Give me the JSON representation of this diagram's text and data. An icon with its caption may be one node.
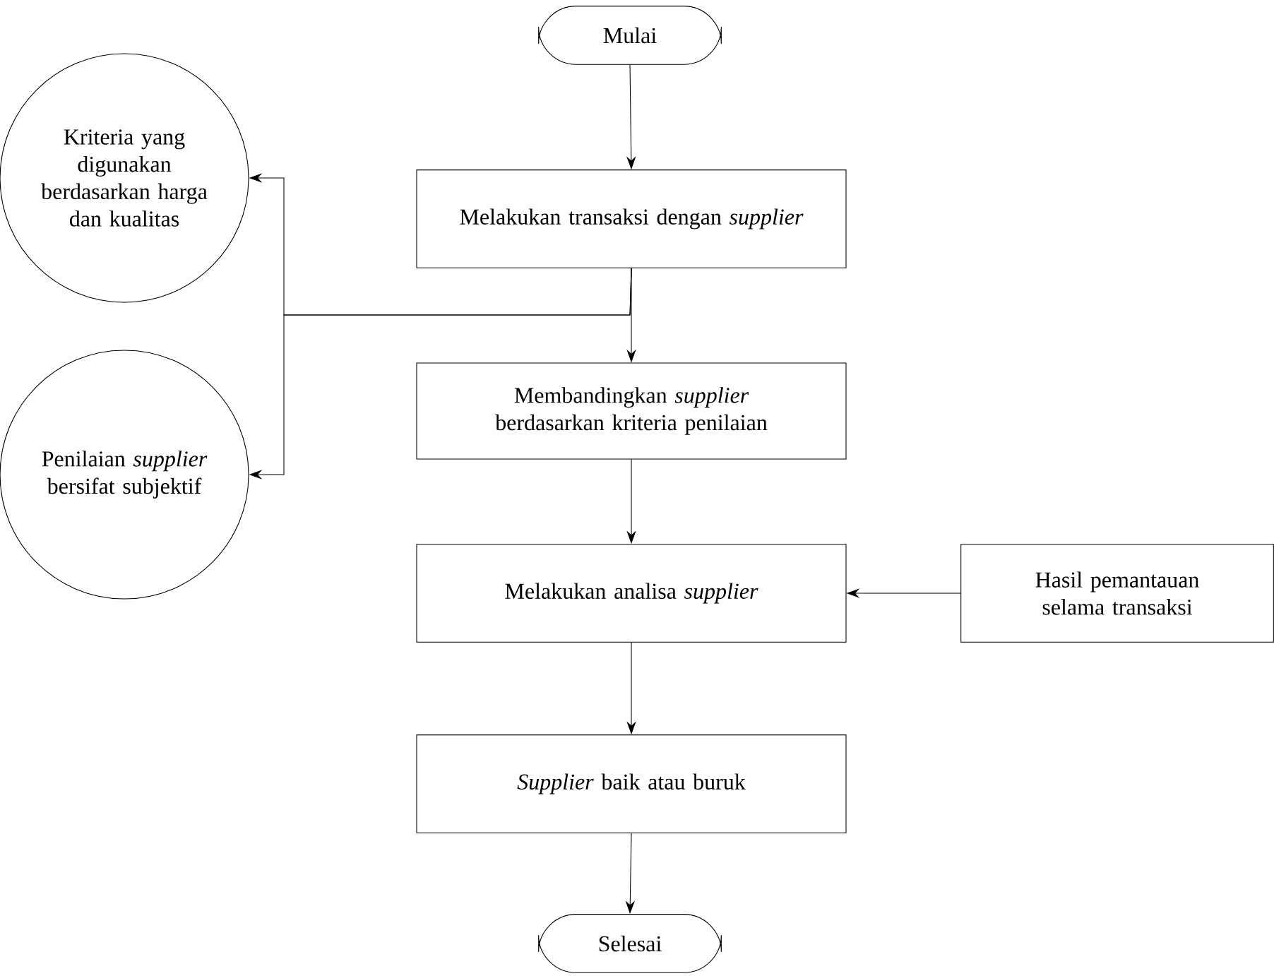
{
  "diagram": {
    "nodes": [
      {
        "text": [
          "Mulai"
        ]
      },
      {
        "text": [
          "Kriteria yang digunakan berdasarkan harga dan kualitas"
        ]
      },
      {
        "text": [
          "Melakukan transaksi dengan *supplier*"
        ]
      },
      {
        "text": [
          "Penilaian *supplier* bersifat subjektif"
        ]
      },
      {
        "text": [
          "Membandingkan *supplier* berdasarkan kriteria penilaian"
        ]
      },
      {
        "text": [
          "Melakukan analisa *supplier*"
        ]
      },
      {
        "text": [
          "Hasil pemantauan selama transaksi"
        ]
      },
      {
        "text": [
          "*Supplier* baik atau buruk"
        ]
      },
      {
        "text": [
          "Selesai"
        ]
      }
    ],
    "edges": [
      {
        "from": 0,
        "to": 2,
        "arrow": "to"
      },
      {
        "from": 2,
        "to": 4,
        "arrow": "to"
      },
      {
        "from": 2,
        "to": 1,
        "arrow": "to"
      },
      {
        "from": 2,
        "to": 3,
        "arrow": "to"
      },
      {
        "from": 4,
        "to": 5,
        "arrow": "to"
      },
      {
        "from": 6,
        "to": 5,
        "arrow": "to"
      },
      {
        "from": 5,
        "to": 7,
        "arrow": "to"
      },
      {
        "from": 7,
        "to": 8,
        "arrow": "to"
      }
    ]
  }
}
